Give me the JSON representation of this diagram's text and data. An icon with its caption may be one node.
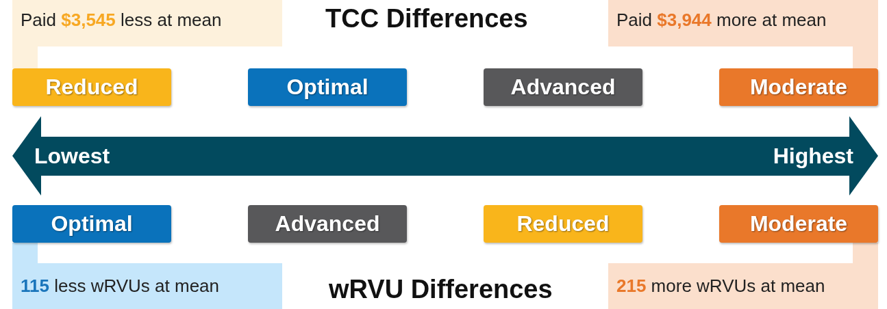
{
  "diagram": {
    "nodes": [
      {
        "text": [
          "Paid **$3,545** less at mean"
        ]
      },
      {
        "text": [
          "Paid **$3,944** more at mean"
        ]
      },
      {
        "text": [
          "Reduced"
        ]
      },
      {
        "text": [
          "Optimal"
        ]
      },
      {
        "text": [
          "Advanced"
        ]
      },
      {
        "text": [
          "Moderate"
        ]
      },
      {
        "text": [
          "Lowest",
          "Highest"
        ]
      },
      {
        "text": [
          "Optimal"
        ]
      },
      {
        "text": [
          "Advanced"
        ]
      },
      {
        "text": [
          "Reduced"
        ]
      },
      {
        "text": [
          "Moderate"
        ]
      },
      {
        "text": [
          "**115** less wRVUs at mean"
        ]
      },
      {
        "text": [
          "**215** more wRVUs at mean"
        ]
      }
    ],
    "labels": [
      "TCC Differences",
      "wRVU Differences"
    ]
  }
}
